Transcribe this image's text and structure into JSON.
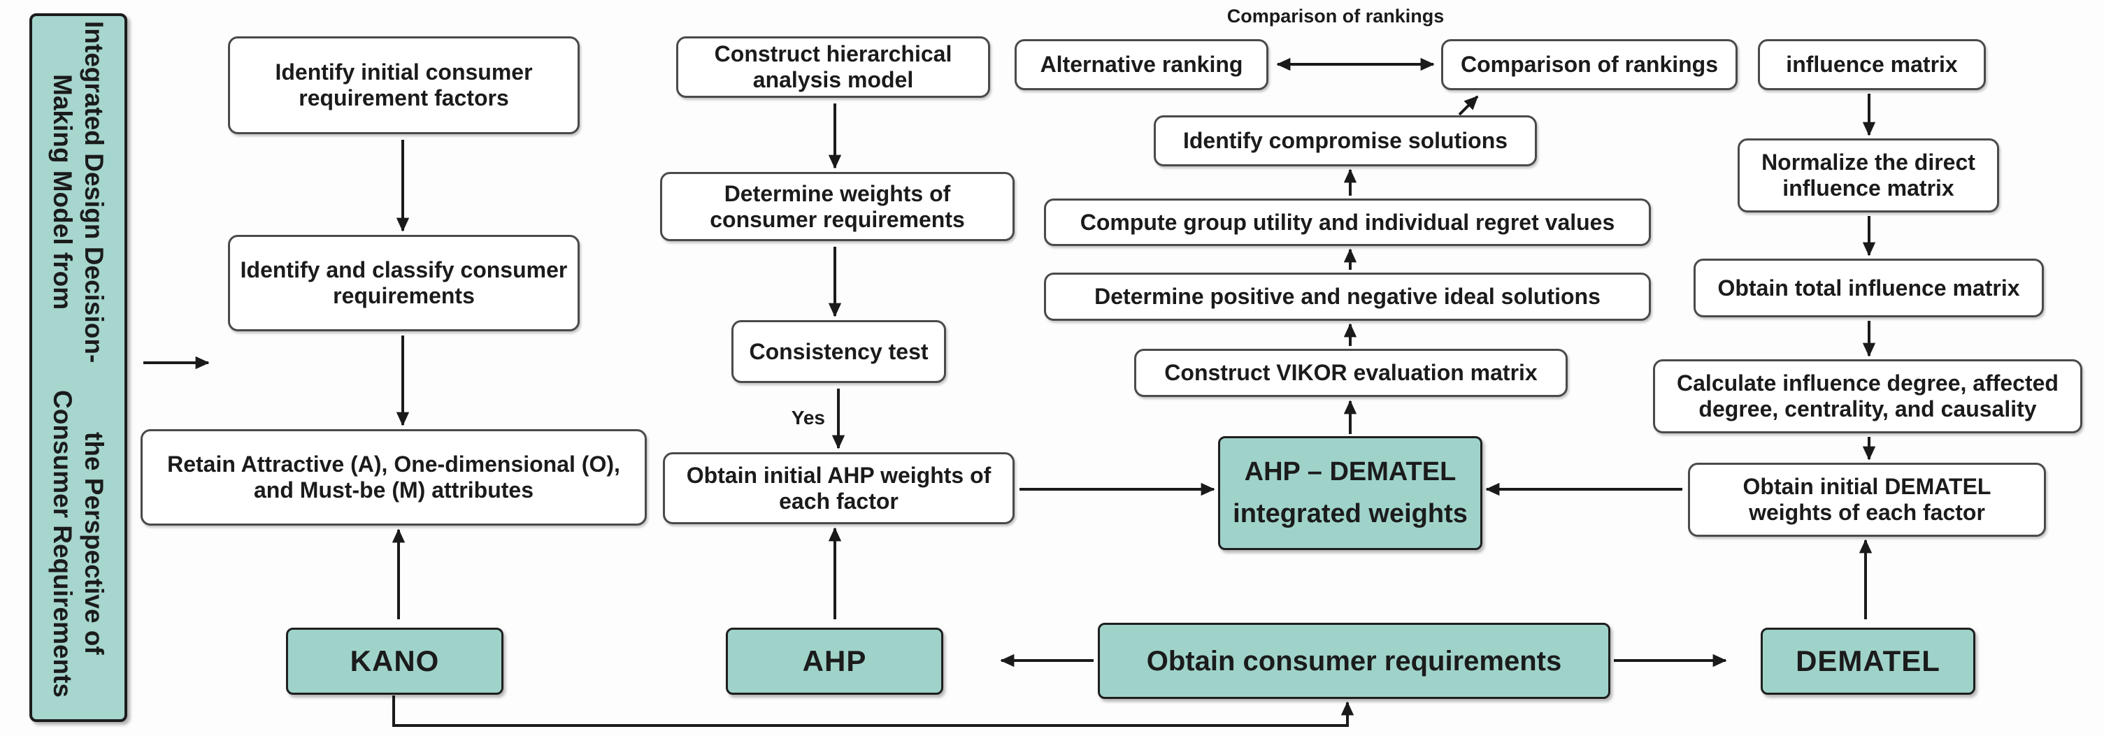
{
  "diagram": {
    "sidebar": {
      "line1": "Integrated Design Decision-Making Model from",
      "line2": "the Perspective of Consumer Requirements"
    },
    "kano": {
      "step1": "Identify initial consumer requirement factors",
      "step2": "Identify and classify consumer requirements",
      "step3": "Retain Attractive (A), One-dimensional (O), and Must-be (M) attributes",
      "method": "KANO"
    },
    "ahp": {
      "step1": "Construct hierarchical analysis model",
      "step2": "Determine weights of consumer requirements",
      "step3": "Consistency test",
      "yes_label": "Yes",
      "step4": "Obtain initial AHP weights of each factor",
      "method": "AHP"
    },
    "vikor": {
      "top_label": "Comparison of rankings",
      "alternative_ranking": "Alternative ranking",
      "comparison_of_rankings": "Comparison of rankings",
      "identify_compromise": "Identify compromise solutions",
      "compute_group_utility": "Compute group utility and individual regret values",
      "determine_ideal_solutions": "Determine positive and negative ideal solutions",
      "construct_vikor_matrix": "Construct VIKOR evaluation matrix",
      "integrated_weights_line1": "AHP – DEMATEL",
      "integrated_weights_line2": "integrated weights",
      "obtain_consumer_requirements": "Obtain consumer requirements"
    },
    "dematel": {
      "step1": "influence matrix",
      "step2": "Normalize the direct influence matrix",
      "step3": "Obtain total influence matrix",
      "step4": "Calculate influence degree, affected degree, centrality, and causality",
      "step5": "Obtain initial DEMATEL weights of each factor",
      "method": "DEMATEL"
    },
    "colors": {
      "teal_fill": "#9fd3ca",
      "sidebar_fill": "#a6d6ce",
      "box_border": "#4a4a4a",
      "teal_border": "#1f1f1f",
      "line": "#1a1a1a",
      "text": "#1b1b1b"
    }
  }
}
